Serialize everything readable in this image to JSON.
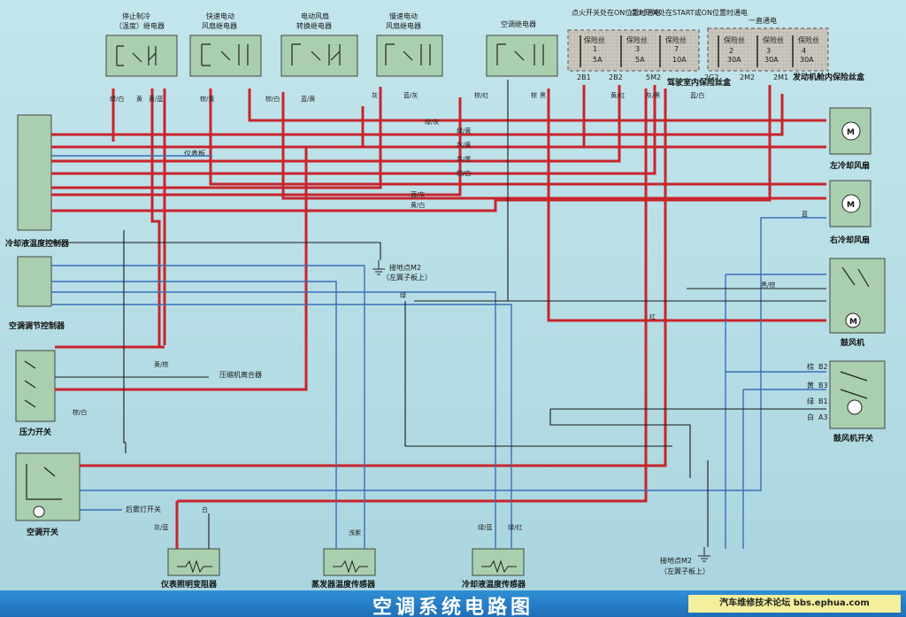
{
  "title": "空调系统电路图",
  "forum": "汽车维修技术论坛 bbs.ephua.com",
  "relays": [
    {
      "label1": "停止制冷",
      "label2": "（温度）继电器"
    },
    {
      "label1": "快速电动",
      "label2": "风扇继电器"
    },
    {
      "label1": "电动风扇",
      "label2": "转换继电器"
    },
    {
      "label1": "慢速电动",
      "label2": "风扇继电器"
    },
    {
      "label1": "空调继电器",
      "label2": ""
    }
  ],
  "fuse_notes": {
    "ign_on": "点火开关处在ON位置时通电",
    "ign_start": "点火开关处在START或ON位置时通电",
    "always": "一直通电"
  },
  "fuses": [
    {
      "label": "保险丝",
      "num": "1",
      "amp": "5A"
    },
    {
      "label": "保险丝",
      "num": "3",
      "amp": "5A"
    },
    {
      "label": "保险丝",
      "num": "7",
      "amp": "10A"
    },
    {
      "label": "保险丝",
      "num": "2",
      "amp": "30A"
    },
    {
      "label": "保险丝",
      "num": "3",
      "amp": "30A"
    },
    {
      "label": "保险丝",
      "num": "4",
      "amp": "30A"
    }
  ],
  "fuse_pins": [
    "2B1",
    "2B2",
    "5M2",
    "2G2",
    "2M2",
    "2M1"
  ],
  "boxes": {
    "cabin": "驾驶室内保险丝盒",
    "engine": "发动机舱内保险丝盒"
  },
  "components": {
    "coolant_ctrl": "冷却液温度控制器",
    "ac_ctrl": "空调调节控制器",
    "pressure_sw": "压力开关",
    "ac_sw": "空调开关",
    "left_fan": "左冷却风扇",
    "right_fan": "右冷却风扇",
    "blower": "鼓风机",
    "blower_sw": "鼓风机开关",
    "dimmer": "仪表照明变阻器",
    "evap_sensor": "蒸发器温度传感器",
    "coolant_sensor": "冷却液温度传感器",
    "clutch": "压缩机离合器",
    "gauge": "仪表板",
    "defog": "后雾灯开关",
    "ground1": "接地点M2",
    "ground1b": "（左翼子板上）",
    "ground2": "接地点M2",
    "ground2b": "（左翼子板上）"
  },
  "wire_labels": [
    "绿/白",
    "黄",
    "黄/蓝",
    "棕/黄",
    "棕/白",
    "蓝/黄",
    "灰",
    "蓝/灰",
    "棕/红",
    "棕",
    "黑",
    "黄/红",
    "灰/黑",
    "蓝/白",
    "绿/灰",
    "绿/黄",
    "灰/黄",
    "灰/黑",
    "棕/白",
    "绿",
    "蓝",
    "黑/棕",
    "白",
    "浅紫",
    "绿/蓝",
    "绿/红",
    "灰/蓝",
    "红",
    "黄/白",
    "蓝/灰",
    "黄/棕",
    "棕/白"
  ],
  "blower_sw_pins": [
    "棕",
    "黄",
    "绿",
    "白"
  ],
  "blower_sw_pin_ids": [
    "B2",
    "B3",
    "B1",
    "A3"
  ],
  "colors": {
    "red": "#c8242c",
    "blue": "#3a6fb5",
    "black": "#1a1a1a",
    "box": "#a9cfae",
    "fusebox": "#bdbab0"
  }
}
